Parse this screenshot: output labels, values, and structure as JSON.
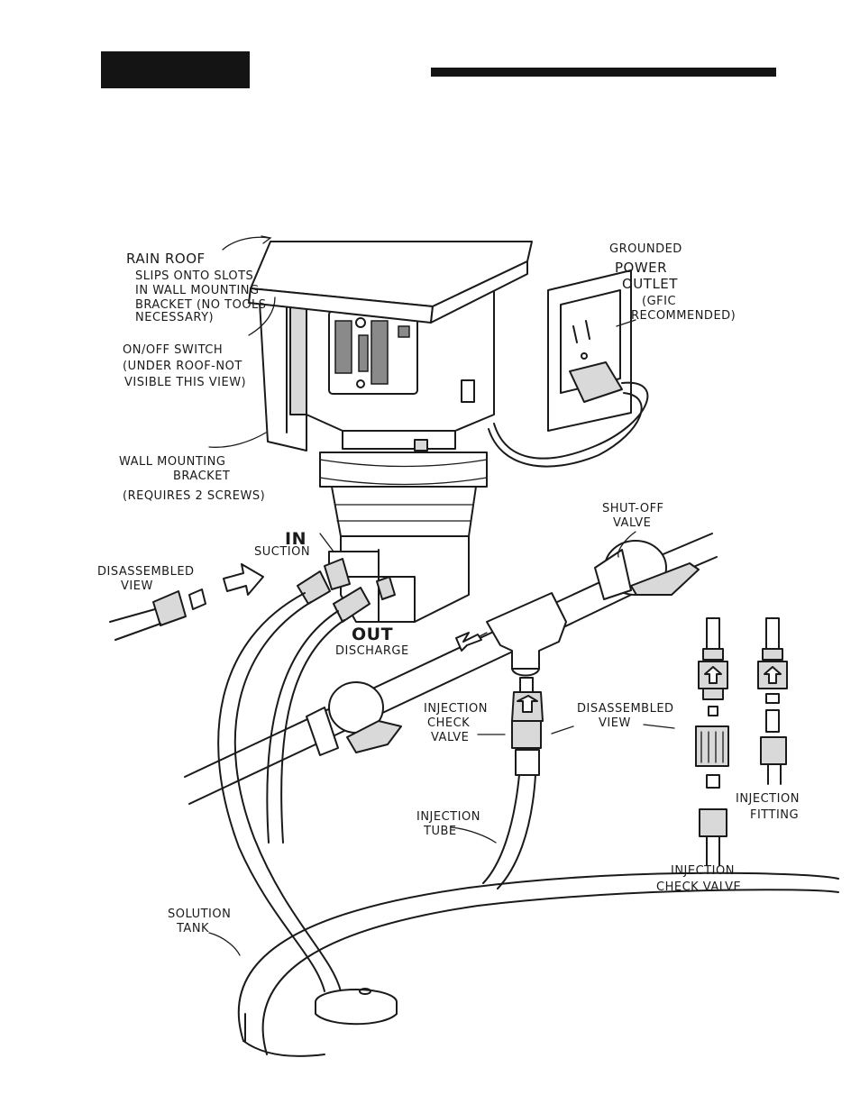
{
  "header": {
    "tab_color": "#141414",
    "rule_color": "#141414"
  },
  "labels": {
    "rain_roof_title": "RAIN ROOF",
    "rain_roof_line1": "SLIPS ONTO SLOTS",
    "rain_roof_line2": "IN WALL MOUNTING",
    "rain_roof_line3": "BRACKET (NO TOOLS",
    "rain_roof_line4": "NECESSARY)",
    "switch_line1": "ON/OFF SWITCH",
    "switch_line2": "(UNDER ROOF-NOT",
    "switch_line3": "VISIBLE THIS VIEW)",
    "bracket_line1": "WALL MOUNTING",
    "bracket_line2": "BRACKET",
    "bracket_line3": "(REQUIRES 2 SCREWS)",
    "outlet_line1": "GROUNDED",
    "outlet_line2": "POWER",
    "outlet_line3": "OUTLET",
    "outlet_line4": "(GFIC",
    "outlet_line5": "RECOMMENDED)",
    "in_label": "IN",
    "suction_label": "SUCTION",
    "out_label": "OUT",
    "discharge_label": "DISCHARGE",
    "disassembled_left_line1": "DISASSEMBLED",
    "disassembled_left_line2": "VIEW",
    "shutoff_line1": "SHUT-OFF",
    "shutoff_line2": "VALVE",
    "check_valve_line1": "INJECTION",
    "check_valve_line2": "CHECK",
    "check_valve_line3": "VALVE",
    "disassembled_right_line1": "DISASSEMBLED",
    "disassembled_right_line2": "VIEW",
    "injection_fitting_line1": "INJECTION",
    "injection_fitting_line2": "FITTING",
    "injection_tube_line1": "INJECTION",
    "injection_tube_line2": "TUBE",
    "check_valve_bottom_line1": "INJECTION",
    "check_valve_bottom_line2": "CHECK VALVE",
    "solution_tank_line1": "SOLUTION",
    "solution_tank_line2": "TANK"
  }
}
